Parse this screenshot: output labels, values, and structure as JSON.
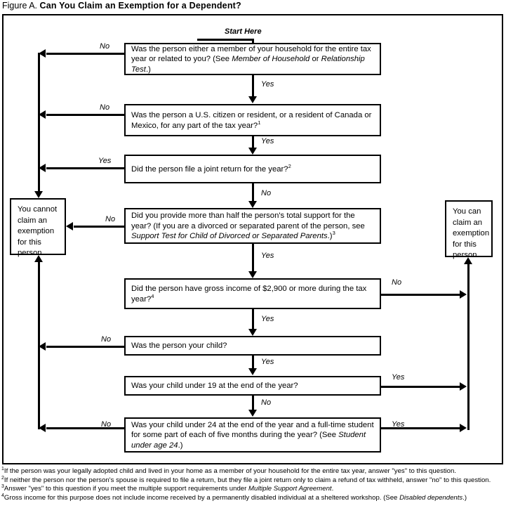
{
  "figure": {
    "label": "Figure A.",
    "title": "Can You Claim an Exemption for a Dependent?"
  },
  "start_label": "Start Here",
  "questions": [
    {
      "id": "q1-member-or-related",
      "text_a": "Was the person either a member of your household for the entire tax year or related to you? (See ",
      "italic_a": "Member of Household",
      "text_b": " or ",
      "italic_b": "Relationship Test",
      "text_c": ".)",
      "yes_label": "Yes",
      "no_label": "No"
    },
    {
      "id": "q2-citizen-resident",
      "text_a": "Was the person a U.S. citizen or resident, or a resident of Canada or Mexico, for any part of the tax year?",
      "footnote_ref": "1",
      "yes_label": "Yes",
      "no_label": "No"
    },
    {
      "id": "q3-joint-return",
      "text_a": "Did the person file a joint return for the year?",
      "footnote_ref": "2",
      "yes_label": "Yes",
      "no_label": "No"
    },
    {
      "id": "q4-support-test",
      "text_a": "Did you provide more than half the person's total support for the year? (If you are a divorced or separated parent of the person, see ",
      "italic_a": "Support Test for Child of Divorced or Separated Parents",
      "text_b": ".)",
      "footnote_ref": "3",
      "yes_label": "Yes",
      "no_label": "No"
    },
    {
      "id": "q5-gross-income",
      "text_a": "Did the person have gross income of $2,900 or more during the tax year?",
      "footnote_ref": "4",
      "yes_label": "Yes",
      "no_label": "No"
    },
    {
      "id": "q6-your-child",
      "text_a": "Was the person your child?",
      "yes_label": "Yes",
      "no_label": "No"
    },
    {
      "id": "q7-under-19",
      "text_a": "Was your child under 19 at the end of the year?",
      "yes_label": "Yes",
      "no_label": "No"
    },
    {
      "id": "q8-under-24-student",
      "text_a": "Was your child under 24 at the end of the year and a full-time student for some part of each of five months during the year? (See ",
      "italic_a": "Student under age 24",
      "text_b": ".)",
      "yes_label": "Yes",
      "no_label": "No"
    }
  ],
  "outcomes": {
    "cannot_claim": "You cannot claim an exemption for this person.",
    "can_claim": "You can claim an exemption for this person."
  },
  "edge_labels": {
    "q1_no": "No",
    "q1_yes": "Yes",
    "q2_no": "No",
    "q2_yes": "Yes",
    "q3_yes_left": "Yes",
    "q3_no_down": "No",
    "q4_no": "No",
    "q4_yes": "Yes",
    "q5_no_right": "No",
    "q5_yes": "Yes",
    "q6_no": "No",
    "q6_yes": "Yes",
    "q7_yes_right": "Yes",
    "q7_no_down": "No",
    "q8_no": "No",
    "q8_yes": "Yes"
  },
  "footnotes": [
    {
      "marker": "1",
      "text": "If the person was your legally adopted child and lived in your home as a member of your household for the entire tax year, answer \"yes\" to this question."
    },
    {
      "marker": "2",
      "text": "If neither the person nor the person's spouse is required to file a return, but they file a joint return only to claim a refund of tax withheld, answer \"no\" to this question."
    },
    {
      "marker": "3",
      "text_a": "Answer \"yes\" to this question if you meet the multiple support requirements under ",
      "italic_a": "Multiple Support Agreement",
      "text_b": "."
    },
    {
      "marker": "4",
      "text_a": "Gross income for this purpose does not include income received by a permanently disabled individual at a sheltered workshop. (See ",
      "italic_a": "Disabled dependents",
      "text_b": ".)"
    }
  ]
}
